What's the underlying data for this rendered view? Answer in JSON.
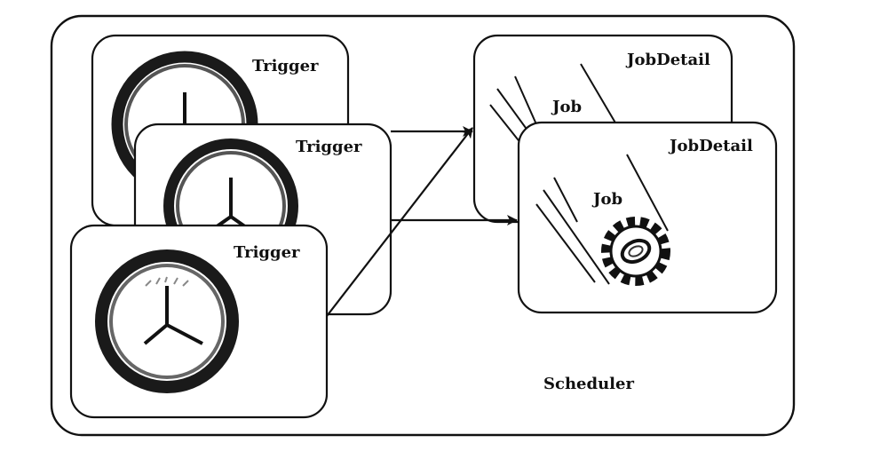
{
  "scheduler": {
    "label": "Scheduler"
  },
  "triggers": [
    {
      "label": "Trigger"
    },
    {
      "label": "Trigger"
    },
    {
      "label": "Trigger"
    }
  ],
  "job_details": [
    {
      "label": "JobDetail",
      "job_label": "Job"
    },
    {
      "label": "JobDetail",
      "job_label": "Job"
    }
  ],
  "icons": {
    "trigger": "clock-icon",
    "job": "gear-icon",
    "job_scroll": "scroll-icon"
  },
  "colors": {
    "stroke": "#111111",
    "background": "#ffffff"
  }
}
